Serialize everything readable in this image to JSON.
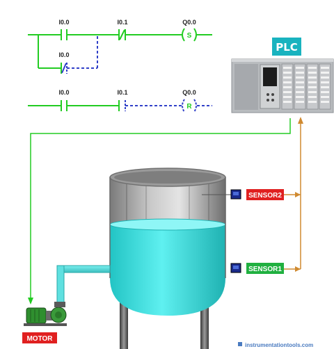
{
  "ladder": {
    "rung1": {
      "contact1": "I0.0",
      "contact2": "I0.1",
      "coil": "Q0.0",
      "coil_letter": "S"
    },
    "branch": {
      "contact": "I0.0"
    },
    "rung2": {
      "contact1": "I0.0",
      "contact2": "I0.1",
      "coil": "Q0.0",
      "coil_letter": "R"
    }
  },
  "plc": {
    "label": "PLC"
  },
  "sensors": {
    "top": "SENSOR2",
    "bottom": "SENSOR1"
  },
  "motor": {
    "label": "MOTOR"
  },
  "watermark": "instrumentationtools.com",
  "colors": {
    "energized": "#22cc22",
    "deenergized": "#3040c8",
    "signal": "#d08a30",
    "liquid": "#30dede",
    "plc_badge": "#19b3bf",
    "sensor2": "#e02020",
    "sensor1": "#20b040",
    "motor_tag": "#e02020"
  }
}
